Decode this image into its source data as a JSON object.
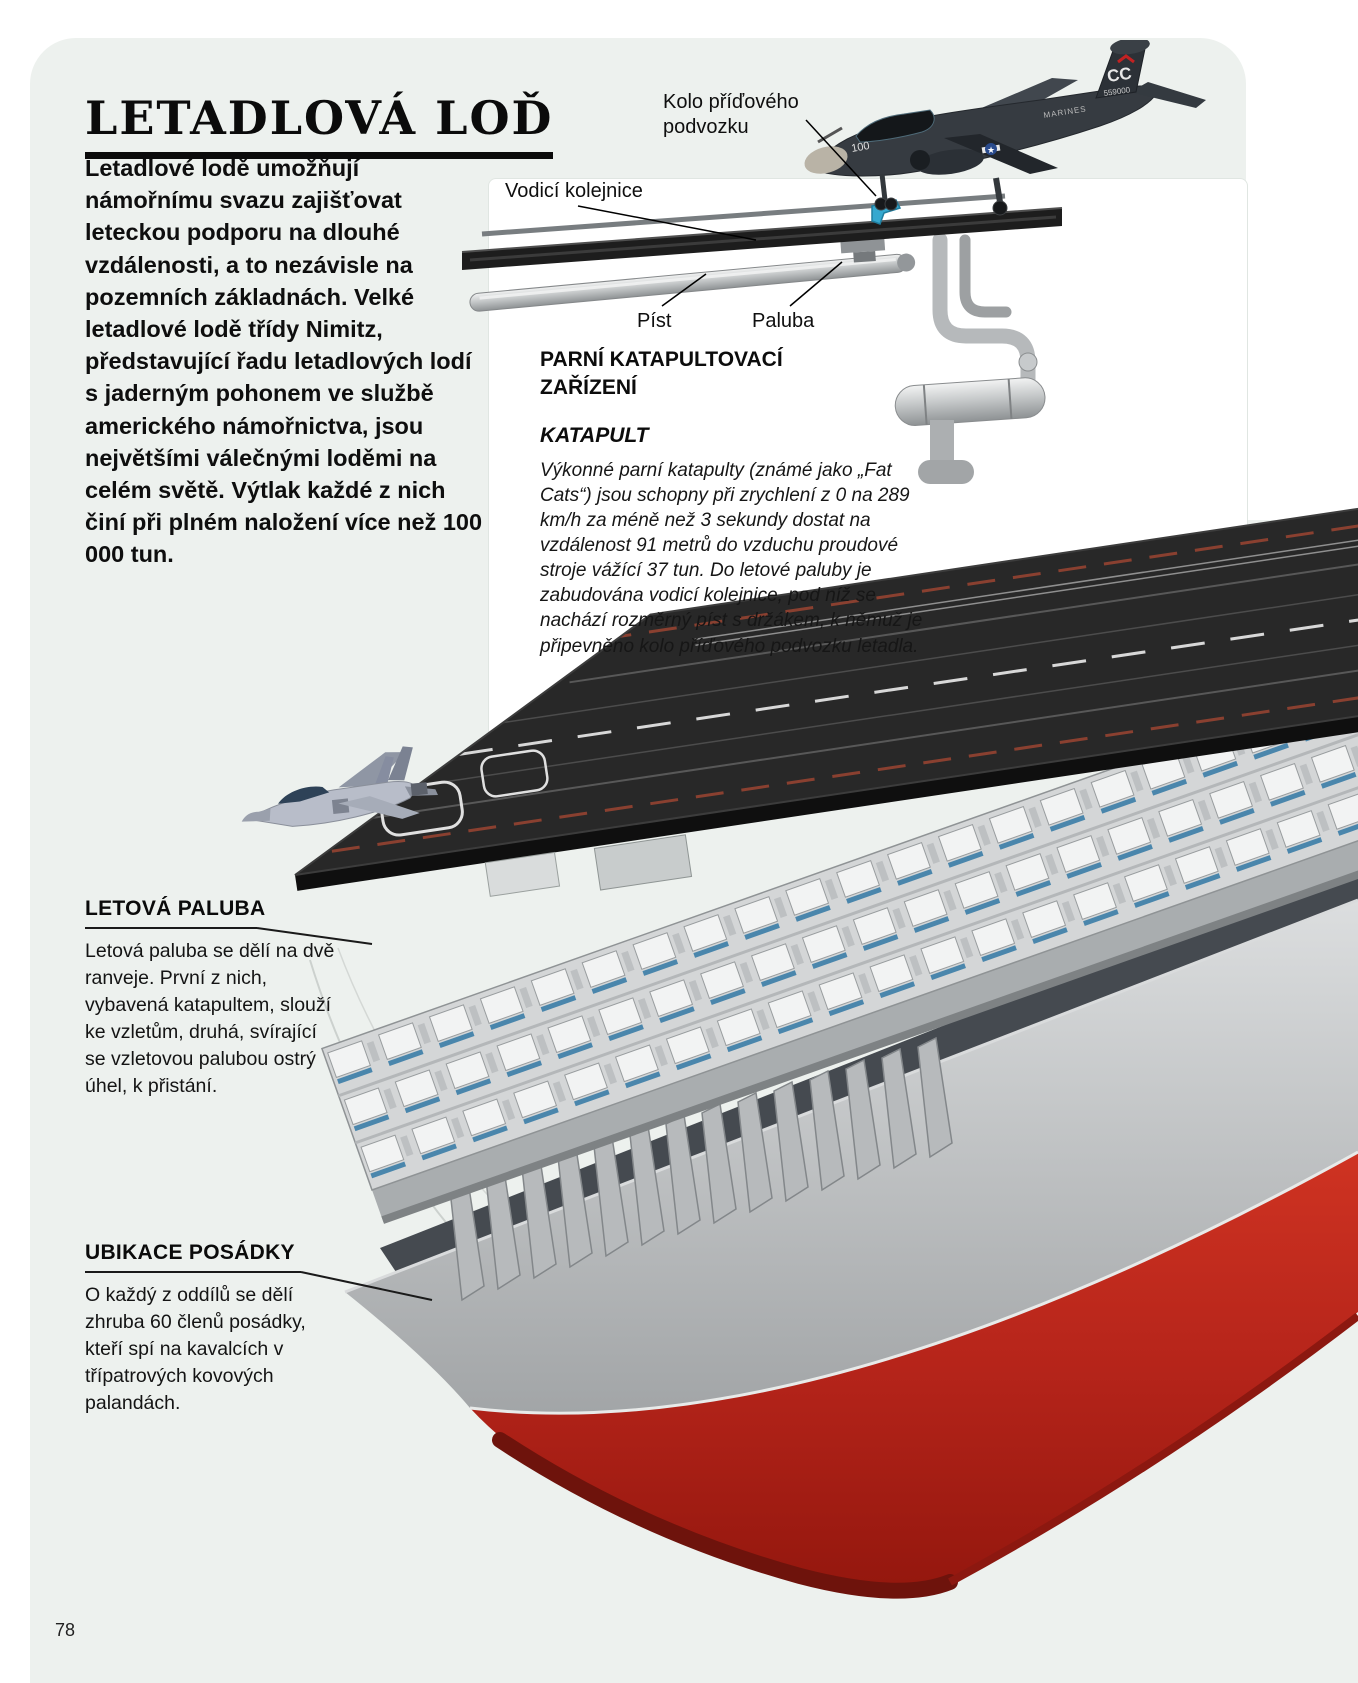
{
  "page": {
    "number": "78"
  },
  "header": {
    "title": "LETADLOVÁ LOĎ"
  },
  "intro": {
    "text": "Letadlové lodě umožňují námořnímu svazu zajišťovat leteckou podporu na dlouhé vzdálenosti, a to nezávisle na pozemních základnách. Velké letadlové lodě třídy Nimitz, představující řadu letadlových lodí s jaderným pohonem ve službě amerického námořnictva, jsou největšími válečnými loděmi na celém světě. Výtlak každé z nich činí při plném naložení více než 100 000 tun."
  },
  "catapult": {
    "labels": {
      "nose_wheel": "Kolo příďového podvozku",
      "guide_rail": "Vodicí kolejnice",
      "piston": "Píst",
      "deck": "Paluba"
    },
    "heading": "PARNÍ KATAPULTOVACÍ ZAŘÍZENÍ",
    "subheading": "KATAPULT",
    "body": "Výkonné parní katapulty (známé jako „Fat Cats“) jsou schopny při zrychlení z 0 na 289 km/h za méně než 3 sekundy dostat na vzdálenost 91 metrů do vzduchu proudové stroje vážící 37 tun. Do letové paluby je zabudována vodicí kolejnice, pod níž se nachází rozměrný píst s držákem, k němuž je připevněno kolo příďového podvozku letadla."
  },
  "sections": [
    {
      "heading": "LETOVÁ PALUBA",
      "body": "Letová paluba se dělí na dvě ranveje. První z nich, vybavená katapultem, slouží ke vzletům, druhá, svírající se vzletovou palubou ostrý úhel, k přistání."
    },
    {
      "heading": "UBIKACE POSÁDKY",
      "body": "O každý z oddílů se dělí zhruba 60 členů posádky, kteří spí na kavalcích v třípatrových kovových palandách."
    }
  ],
  "aircraft_markings": {
    "tail_code": "CC",
    "serial": "559000",
    "nose_number": "100",
    "fuselage_text": "MARINES"
  },
  "colors": {
    "page_background": "#edf1ee",
    "deck_dark": "#282828",
    "hull_red": "#b5241a",
    "holdback_blue": "#35a8cf"
  }
}
